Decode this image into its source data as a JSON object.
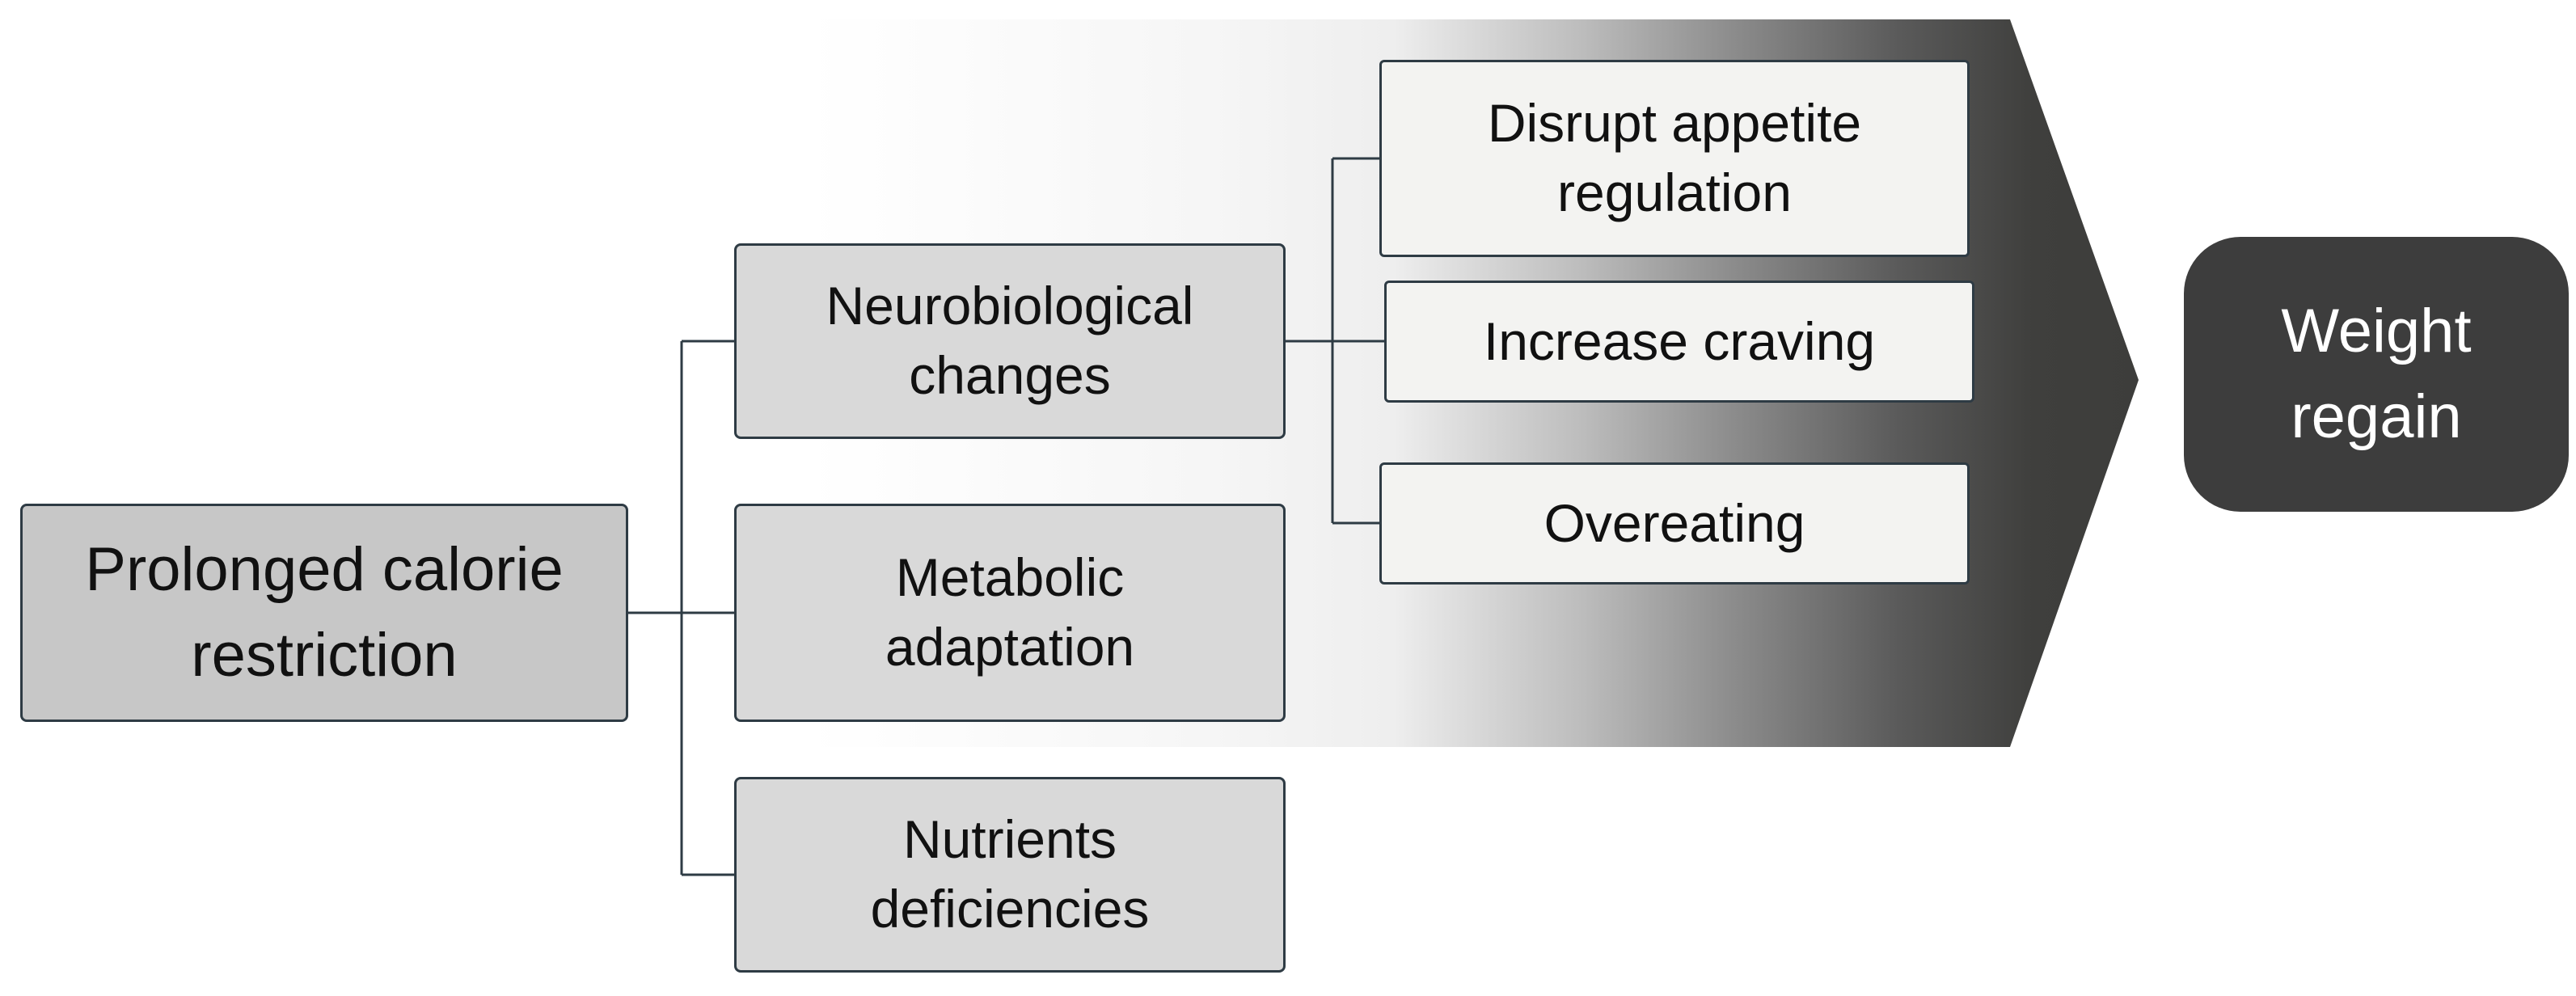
{
  "diagram": {
    "root": {
      "label": "Prolonged calorie\nrestriction"
    },
    "branches": [
      {
        "label": "Neurobiological\nchanges"
      },
      {
        "label": "Metabolic\nadaptation"
      },
      {
        "label": "Nutrients\ndeficiencies"
      }
    ],
    "effects": [
      {
        "label": "Disrupt appetite\nregulation"
      },
      {
        "label": "Increase craving"
      },
      {
        "label": "Overeating"
      }
    ],
    "outcome": {
      "label": "Weight\nregain"
    },
    "colors": {
      "root_fill": "#c7c7c7",
      "branch_fill": "#d9d9d9",
      "effect_fill": "#f3f3f1",
      "outcome_fill": "#3d3d3d",
      "arrow_dark": "#3d3d3b",
      "border": "#2e3b44"
    }
  }
}
